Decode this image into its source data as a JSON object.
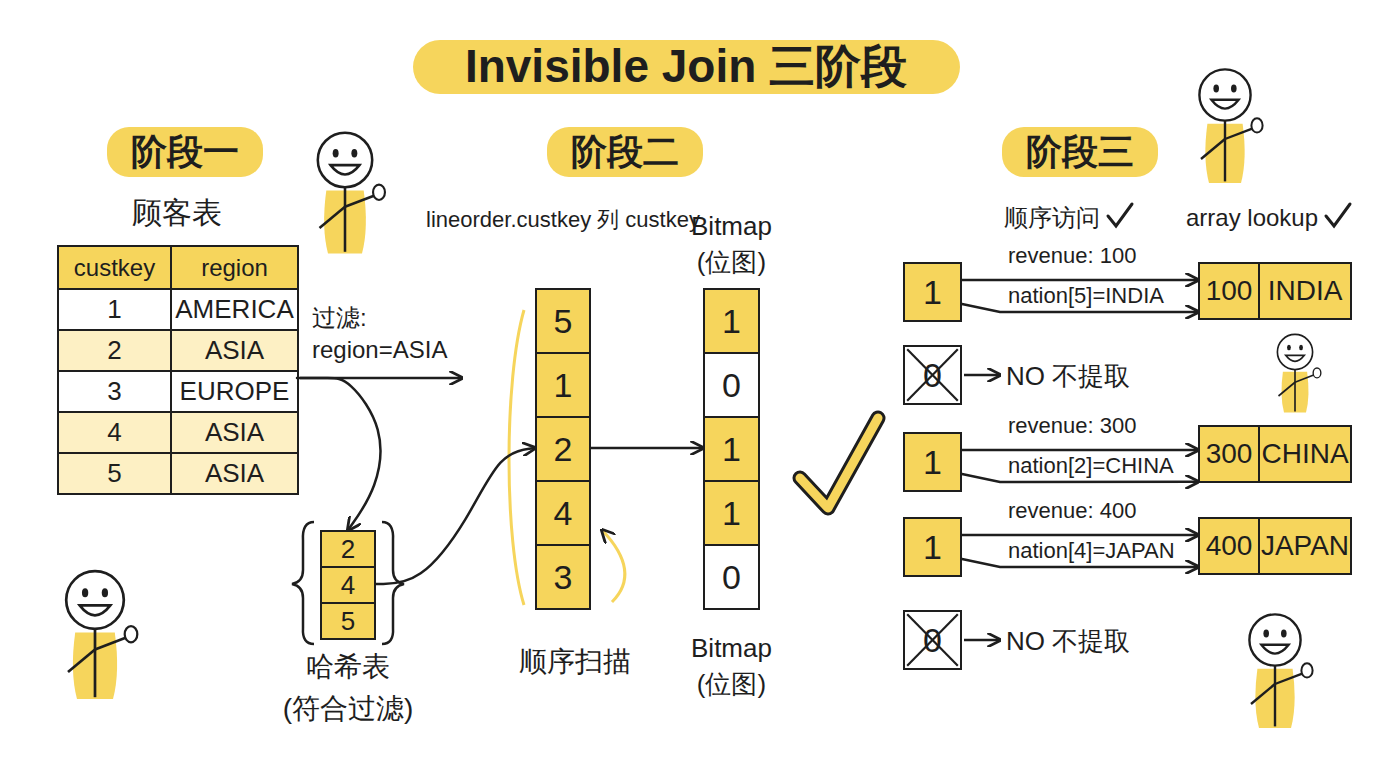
{
  "diagram": {
    "title": "Invisible Join 三阶段",
    "nodes": [
      {
        "text": [
          "顾客表",
          "custkey",
          "region",
          "1",
          "AMERICA",
          "2",
          "ASIA",
          "3",
          "EUROPE",
          "4",
          "ASIA",
          "5",
          "ASIA"
        ]
      },
      {
        "text": [
          "2",
          "4",
          "5",
          "哈希表 (符合过滤)"
        ]
      },
      {
        "text": [
          "lineorder.custkey 列 custkey",
          "5",
          "1",
          "2",
          "4",
          "3"
        ]
      },
      {
        "text": [
          "Bitmap (位图)",
          "1",
          "0",
          "1",
          "1",
          "0",
          "Bitmap (位图)"
        ]
      },
      {
        "text": [
          "1"
        ]
      },
      {
        "text": [
          "100",
          "INDIA"
        ]
      },
      {
        "text": [
          "0"
        ]
      },
      {
        "text": [
          "1"
        ]
      },
      {
        "text": [
          "300",
          "CHINA"
        ]
      },
      {
        "text": [
          "1"
        ]
      },
      {
        "text": [
          "400",
          "JAPAN"
        ]
      },
      {
        "text": [
          "0"
        ]
      }
    ],
    "edges": [
      {
        "from": 0,
        "to": 1,
        "label": "过滤: region=ASIA",
        "arrow": "to"
      },
      {
        "from": 1,
        "to": 2,
        "arrow": "to"
      },
      {
        "from": 2,
        "to": 3,
        "arrow": "to"
      },
      {
        "from": 4,
        "to": 5,
        "label": "revenue: 100",
        "arrow": "to"
      },
      {
        "from": 4,
        "to": 5,
        "label": "nation[5]=INDIA",
        "arrow": "to"
      },
      {
        "from": 7,
        "to": 8,
        "label": "revenue: 300",
        "arrow": "to"
      },
      {
        "from": 7,
        "to": 8,
        "label": "nation[2]=CHINA",
        "arrow": "to"
      },
      {
        "from": 9,
        "to": 10,
        "label": "revenue: 400",
        "arrow": "to"
      },
      {
        "from": 9,
        "to": 10,
        "label": "nation[4]=JAPAN",
        "arrow": "to"
      }
    ],
    "labels": [
      "阶段一",
      "阶段二",
      "阶段三",
      "顺序扫描",
      "顺序访问",
      "array lookup",
      "NO 不提取",
      "NO 不提取"
    ]
  }
}
